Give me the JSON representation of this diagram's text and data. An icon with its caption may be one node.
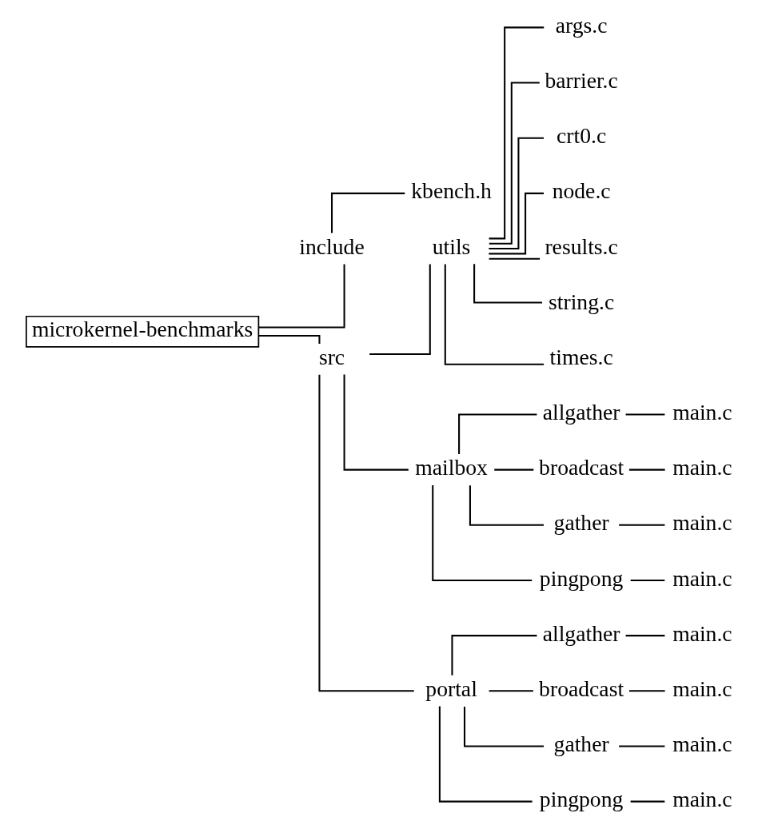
{
  "diagram": {
    "nodes": [
      {
        "text": [
          "microkernel-benchmarks"
        ]
      },
      {
        "text": [
          "include"
        ]
      },
      {
        "text": [
          "kbench.h"
        ]
      },
      {
        "text": [
          "src"
        ]
      },
      {
        "text": [
          "utils"
        ]
      },
      {
        "text": [
          "args.c"
        ]
      },
      {
        "text": [
          "barrier.c"
        ]
      },
      {
        "text": [
          "crt0.c"
        ]
      },
      {
        "text": [
          "node.c"
        ]
      },
      {
        "text": [
          "results.c"
        ]
      },
      {
        "text": [
          "string.c"
        ]
      },
      {
        "text": [
          "times.c"
        ]
      },
      {
        "text": [
          "mailbox"
        ]
      },
      {
        "text": [
          "allgather"
        ]
      },
      {
        "text": [
          "main.c"
        ]
      },
      {
        "text": [
          "broadcast"
        ]
      },
      {
        "text": [
          "main.c"
        ]
      },
      {
        "text": [
          "gather"
        ]
      },
      {
        "text": [
          "main.c"
        ]
      },
      {
        "text": [
          "pingpong"
        ]
      },
      {
        "text": [
          "main.c"
        ]
      },
      {
        "text": [
          "portal"
        ]
      },
      {
        "text": [
          "allgather"
        ]
      },
      {
        "text": [
          "main.c"
        ]
      },
      {
        "text": [
          "broadcast"
        ]
      },
      {
        "text": [
          "main.c"
        ]
      },
      {
        "text": [
          "gather"
        ]
      },
      {
        "text": [
          "main.c"
        ]
      },
      {
        "text": [
          "pingpong"
        ]
      },
      {
        "text": [
          "main.c"
        ]
      }
    ],
    "edges": [
      {
        "from": 0,
        "to": 1,
        "arrow": "none"
      },
      {
        "from": 1,
        "to": 2,
        "arrow": "none"
      },
      {
        "from": 0,
        "to": 3,
        "arrow": "none"
      },
      {
        "from": 3,
        "to": 4,
        "arrow": "none"
      },
      {
        "from": 4,
        "to": 5,
        "arrow": "none"
      },
      {
        "from": 4,
        "to": 6,
        "arrow": "none"
      },
      {
        "from": 4,
        "to": 7,
        "arrow": "none"
      },
      {
        "from": 4,
        "to": 8,
        "arrow": "none"
      },
      {
        "from": 4,
        "to": 9,
        "arrow": "none"
      },
      {
        "from": 4,
        "to": 10,
        "arrow": "none"
      },
      {
        "from": 4,
        "to": 11,
        "arrow": "none"
      },
      {
        "from": 3,
        "to": 12,
        "arrow": "none"
      },
      {
        "from": 12,
        "to": 13,
        "arrow": "none"
      },
      {
        "from": 13,
        "to": 14,
        "arrow": "none"
      },
      {
        "from": 12,
        "to": 15,
        "arrow": "none"
      },
      {
        "from": 15,
        "to": 16,
        "arrow": "none"
      },
      {
        "from": 12,
        "to": 17,
        "arrow": "none"
      },
      {
        "from": 17,
        "to": 18,
        "arrow": "none"
      },
      {
        "from": 12,
        "to": 19,
        "arrow": "none"
      },
      {
        "from": 19,
        "to": 20,
        "arrow": "none"
      },
      {
        "from": 3,
        "to": 21,
        "arrow": "none"
      },
      {
        "from": 21,
        "to": 22,
        "arrow": "none"
      },
      {
        "from": 22,
        "to": 23,
        "arrow": "none"
      },
      {
        "from": 21,
        "to": 24,
        "arrow": "none"
      },
      {
        "from": 24,
        "to": 25,
        "arrow": "none"
      },
      {
        "from": 21,
        "to": 26,
        "arrow": "none"
      },
      {
        "from": 26,
        "to": 27,
        "arrow": "none"
      },
      {
        "from": 21,
        "to": 28,
        "arrow": "none"
      },
      {
        "from": 28,
        "to": 29,
        "arrow": "none"
      }
    ]
  }
}
